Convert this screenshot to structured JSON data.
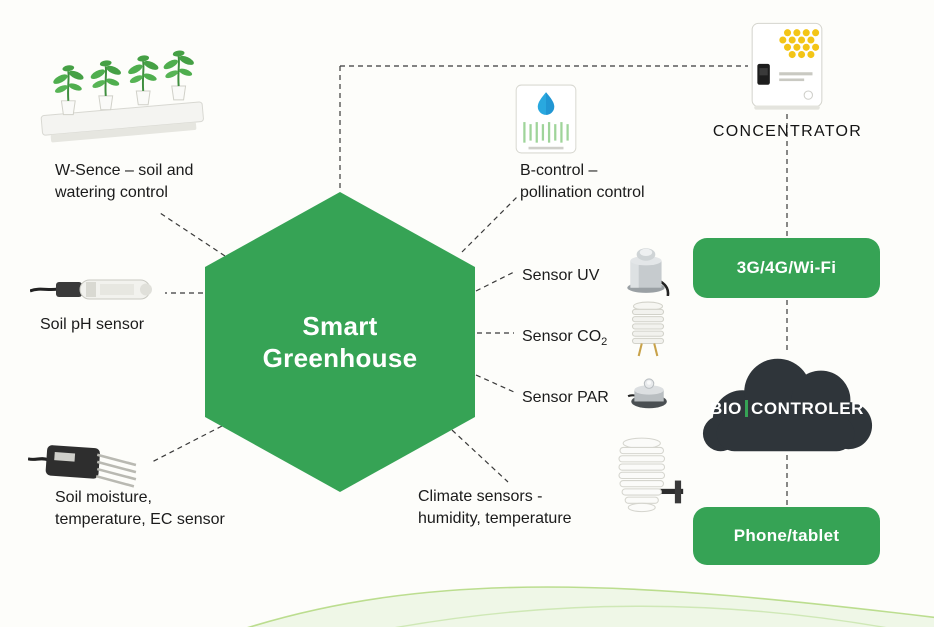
{
  "colors": {
    "green": "#36a355",
    "cloud_dark": "#2f353a",
    "text": "#1b1b1b"
  },
  "hexagon": {
    "title_line1": "Smart",
    "title_line2": "Greenhouse"
  },
  "devices": {
    "wsence": {
      "label": "W-Sence – soil and watering control",
      "icon": "hydroponic-plants-icon"
    },
    "soil_ph": {
      "label": "Soil pH sensor",
      "icon": "ph-probe-icon"
    },
    "soil_moisture": {
      "label": "Soil moisture, temperature, EC sensor",
      "icon": "soil-moisture-probe-icon"
    },
    "b_control": {
      "label": "B-control – pollination control",
      "icon": "b-control-device-icon"
    },
    "concentrator": {
      "label": "CONCENTRATOR",
      "icon": "concentrator-device-icon"
    },
    "sensor_uv": {
      "label": "Sensor UV",
      "icon": "uv-sensor-icon"
    },
    "sensor_co2": {
      "label_base": "Sensor CO",
      "label_sub": "2",
      "icon": "co2-sensor-icon"
    },
    "sensor_par": {
      "label": "Sensor PAR",
      "icon": "par-sensor-icon"
    },
    "climate": {
      "label": "Climate sensors - humidity, temperature",
      "icon": "climate-shield-icon"
    }
  },
  "connectivity": {
    "network": {
      "label": "3G/4G/Wi-Fi"
    },
    "cloud": {
      "brand_left": "BIO",
      "brand_right": "CONTROLER"
    },
    "phone": {
      "label": "Phone/tablet"
    }
  }
}
